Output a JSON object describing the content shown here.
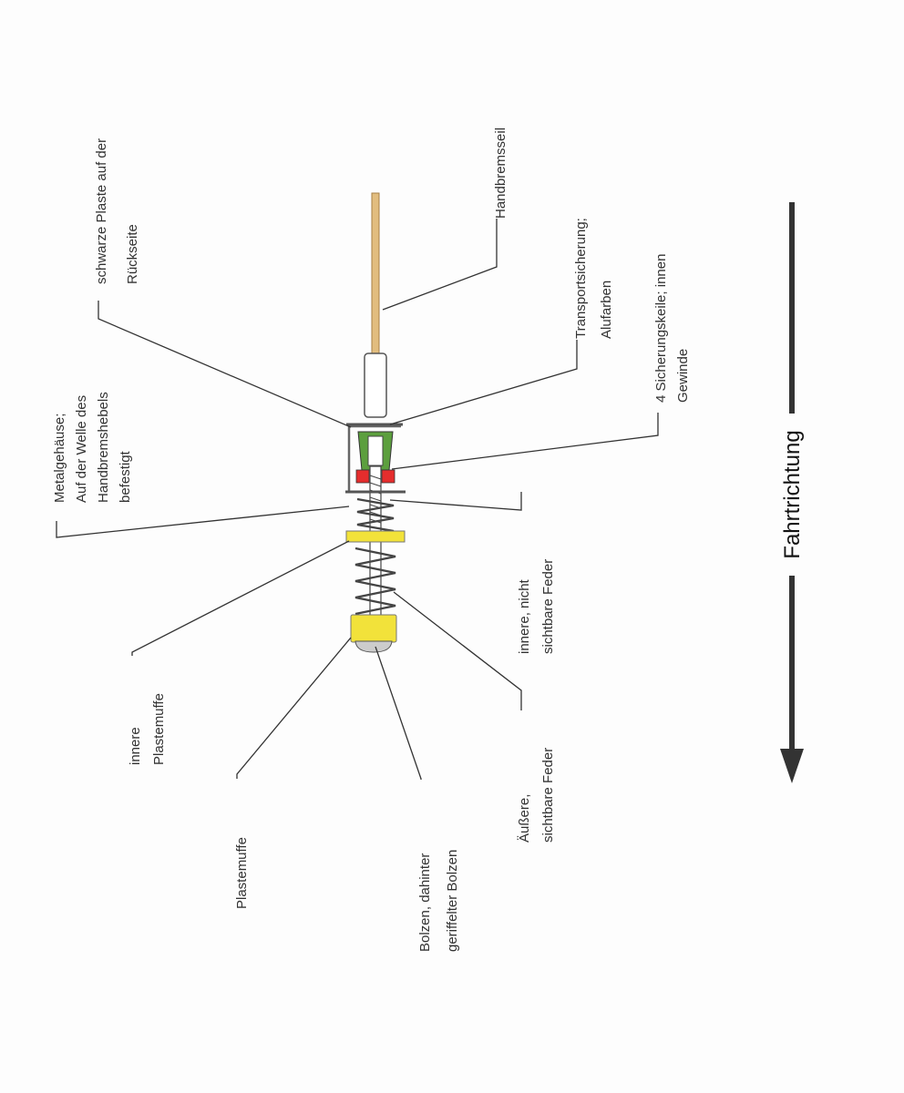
{
  "colors": {
    "paper": "#fdfdfd",
    "cable": "#e2bd7f",
    "housing": "#666666",
    "transport_lock": "#5c9f3e",
    "locking_wedges": "#e52d2d",
    "plastic_sleeve": "#f2e23a",
    "bolt": "#cccccc",
    "spring": "#444444",
    "arrow": "#333333"
  },
  "labels": {
    "handbremsseil": [
      "Handbremsseil"
    ],
    "schwarze_plaste": [
      "schwarze Plaste auf der",
      "Rückseite"
    ],
    "transportsicherung": [
      "Transportsicherung;",
      "Alufarben"
    ],
    "sicherungskeile": [
      "4 Sicherungskeile; innen",
      "Gewinde"
    ],
    "metallgehaeuse": [
      "Metalgehäuse;",
      "Auf der Welle des",
      "Handbremshebels",
      "befestigt"
    ],
    "innere_feder": [
      "innere, nicht",
      "sichtbare Feder"
    ],
    "innere_plastemuffe": [
      "innere",
      "Plastemuffe"
    ],
    "plastemuffe": [
      "Plastemuffe"
    ],
    "bolzen": [
      "Bolzen, dahinter",
      "geriffelter Bolzen"
    ],
    "aeussere_feder": [
      "Äußere,",
      "sichtbare Feder"
    ]
  },
  "direction": {
    "label": "Fahrtrichtung",
    "arrow_icon": "arrow-down-icon"
  }
}
